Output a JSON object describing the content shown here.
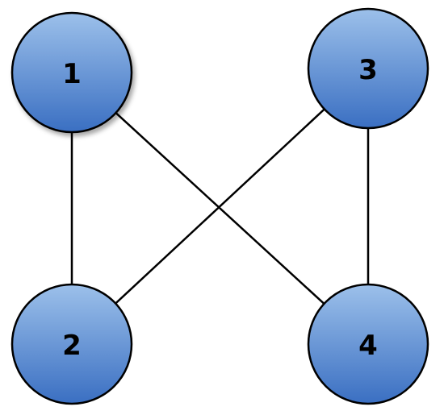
{
  "graph": {
    "nodes": [
      {
        "id": "1",
        "label": "1"
      },
      {
        "id": "2",
        "label": "2"
      },
      {
        "id": "3",
        "label": "3"
      },
      {
        "id": "4",
        "label": "4"
      }
    ],
    "edges": [
      {
        "from": "1",
        "to": "2"
      },
      {
        "from": "1",
        "to": "4"
      },
      {
        "from": "3",
        "to": "2"
      },
      {
        "from": "3",
        "to": "4"
      }
    ]
  },
  "colors": {
    "node_fill_light": "#9cc0ea",
    "node_fill_dark": "#3a6fc2",
    "stroke": "#000000",
    "label": "#000000"
  }
}
